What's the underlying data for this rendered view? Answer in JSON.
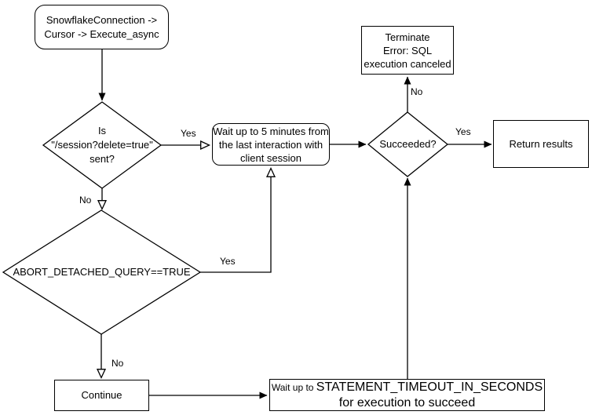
{
  "diagram": {
    "background": "#ffffff",
    "stroke_color": "#000000",
    "text_color": "#000000"
  },
  "nodes": {
    "start": {
      "lines": [
        "SnowflakeConnection ->",
        "Cursor -> Execute_async"
      ]
    },
    "session_delete_decision": {
      "lines": [
        "Is",
        "\"/session?delete=true\"",
        "sent?"
      ]
    },
    "wait_five_minutes": {
      "lines": [
        "Wait up to 5 minutes from",
        "the last interaction with",
        "client session"
      ]
    },
    "abort_detached_decision": {
      "label": "ABORT_DETACHED_QUERY==TRUE"
    },
    "succeeded_decision": {
      "label": "Succeeded?"
    },
    "terminate": {
      "lines": [
        "Terminate",
        "Error: SQL",
        "execution canceled"
      ]
    },
    "return_results": {
      "label": "Return results"
    },
    "continue": {
      "label": "Continue"
    },
    "wait_statement_timeout": {
      "prefix": "Wait up to ",
      "main": "STATEMENT_TIMEOUT_IN_SECONDS for execution to succeed"
    }
  },
  "edge_labels": {
    "session_yes": "Yes",
    "session_no": "No",
    "abort_yes": "Yes",
    "abort_no": "No",
    "succeeded_yes": "Yes",
    "succeeded_no": "No"
  }
}
